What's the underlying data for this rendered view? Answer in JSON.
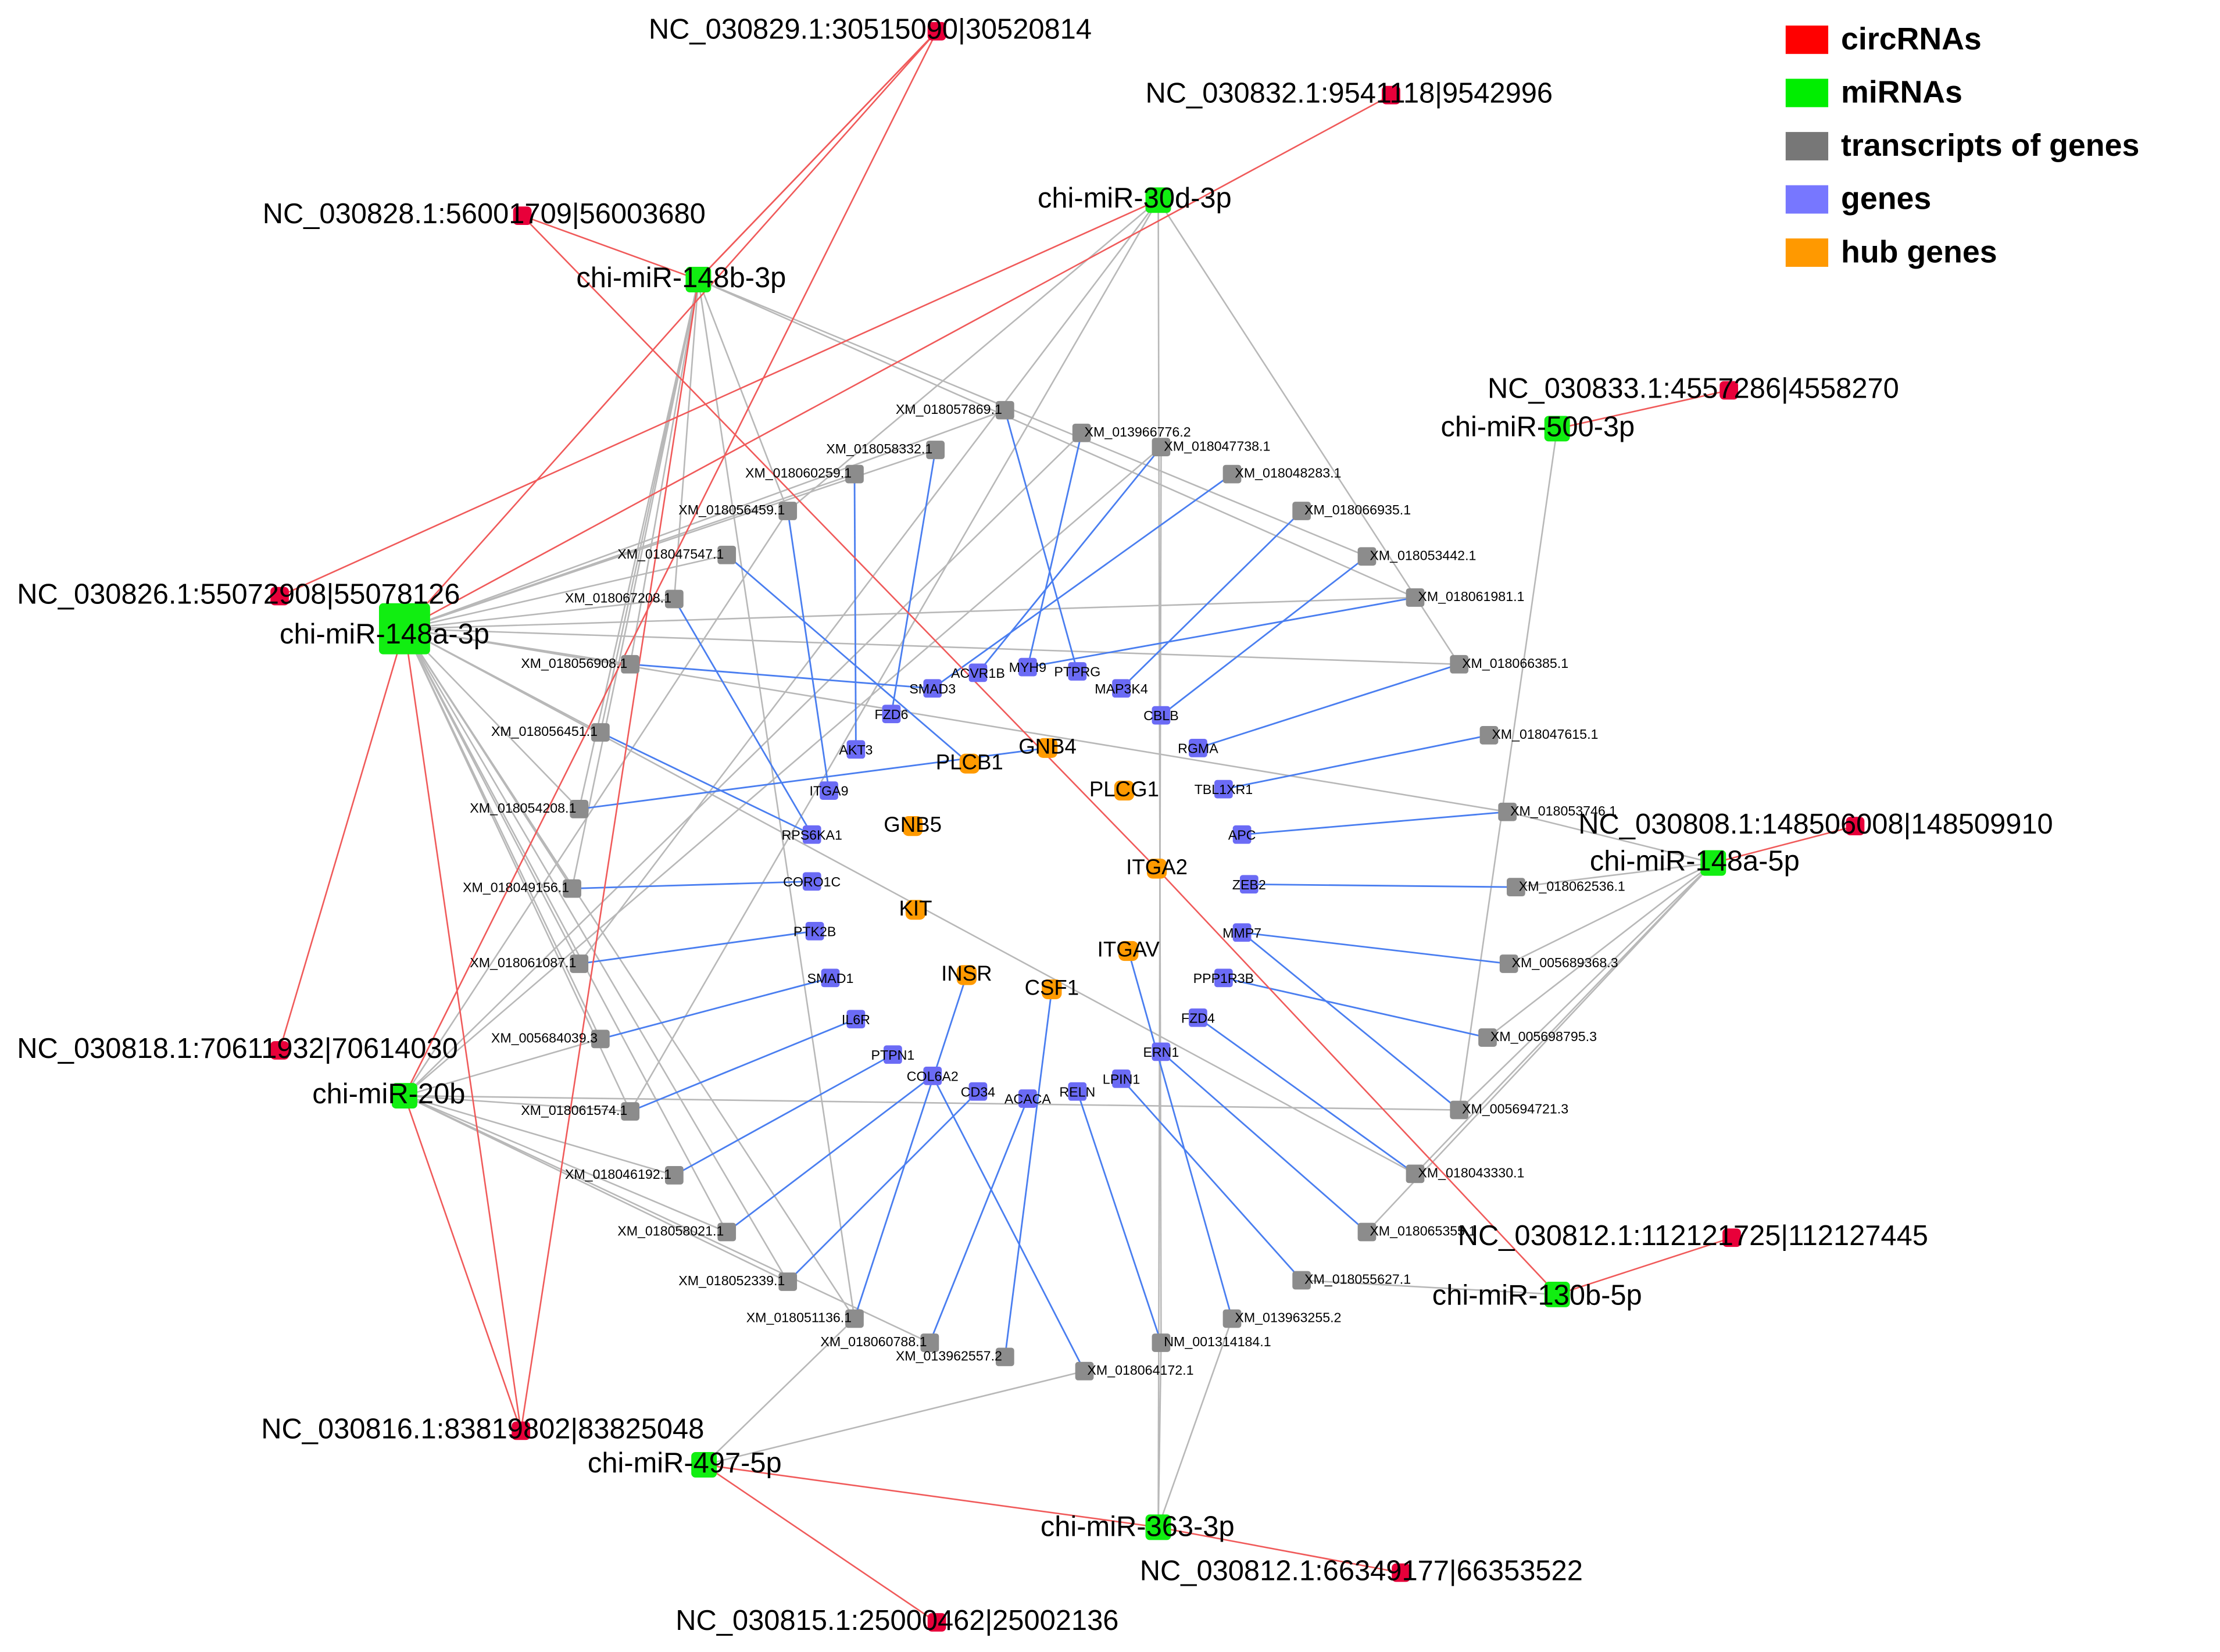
{
  "legend": [
    {
      "label": "circRNAs",
      "color": "#ff0000"
    },
    {
      "label": "miRNAs",
      "color": "#00ee00"
    },
    {
      "label": "transcripts of genes",
      "color": "#777777"
    },
    {
      "label": "genes",
      "color": "#7777ff"
    },
    {
      "label": "hub genes",
      "color": "#ff9900"
    }
  ],
  "colors": {
    "circ": "#e8003a",
    "mir": "#11ee11",
    "tx": "#8c8c8c",
    "gene": "#6b6bf5",
    "hub": "#ff9a00",
    "edge_red": "#f05a5a",
    "edge_gray": "#b8b8b8",
    "edge_blue": "#4a7ef0"
  },
  "circrnas": [
    {
      "id": "c1",
      "label": "NC_030829.1:30515090|30520814"
    },
    {
      "id": "c2",
      "label": "NC_030832.1:9541118|9542996"
    },
    {
      "id": "c3",
      "label": "NC_030828.1:56001709|56003680"
    },
    {
      "id": "c4",
      "label": "NC_030833.1:4557286|4558270"
    },
    {
      "id": "c5",
      "label": "NC_030826.1:55072908|55078126"
    },
    {
      "id": "c6",
      "label": "NC_030808.1:148506008|148509910"
    },
    {
      "id": "c7",
      "label": "NC_030818.1:70611932|70614030"
    },
    {
      "id": "c8",
      "label": "NC_030812.1:112121725|112127445"
    },
    {
      "id": "c9",
      "label": "NC_030816.1:83819802|83825048"
    },
    {
      "id": "c10",
      "label": "NC_030812.1:66349177|66353522"
    },
    {
      "id": "c11",
      "label": "NC_030815.1:25000462|25002136"
    }
  ],
  "mirnas": [
    {
      "id": "m1",
      "label": "chi-miR-30d-3p"
    },
    {
      "id": "m2",
      "label": "chi-miR-148b-3p"
    },
    {
      "id": "m3",
      "label": "chi-miR-500-3p"
    },
    {
      "id": "m4",
      "label": "chi-miR-148a-3p"
    },
    {
      "id": "m5",
      "label": "chi-miR-148a-5p"
    },
    {
      "id": "m6",
      "label": "chi-miR-20b"
    },
    {
      "id": "m7",
      "label": "chi-miR-130b-5p"
    },
    {
      "id": "m8",
      "label": "chi-miR-497-5p"
    },
    {
      "id": "m9",
      "label": "chi-miR-363-3p"
    }
  ],
  "transcripts": [
    {
      "id": "t1",
      "label": "XM_018057869.1"
    },
    {
      "id": "t2",
      "label": "XM_013966776.2"
    },
    {
      "id": "t3",
      "label": "XM_018058332.1"
    },
    {
      "id": "t4",
      "label": "XM_018047738.1"
    },
    {
      "id": "t5",
      "label": "XM_018060259.1"
    },
    {
      "id": "t6",
      "label": "XM_018048283.1"
    },
    {
      "id": "t7",
      "label": "XM_018056459.1"
    },
    {
      "id": "t8",
      "label": "XM_018066935.1"
    },
    {
      "id": "t9",
      "label": "XM_018047547.1"
    },
    {
      "id": "t10",
      "label": "XM_018053442.1"
    },
    {
      "id": "t11",
      "label": "XM_018067208.1"
    },
    {
      "id": "t12",
      "label": "XM_018061981.1"
    },
    {
      "id": "t13",
      "label": "XM_018056908.1"
    },
    {
      "id": "t14",
      "label": "XM_018066385.1"
    },
    {
      "id": "t15",
      "label": "XM_018056451.1"
    },
    {
      "id": "t16",
      "label": "XM_018047615.1"
    },
    {
      "id": "t17",
      "label": "XM_018054208.1"
    },
    {
      "id": "t18",
      "label": "XM_018053746.1"
    },
    {
      "id": "t19",
      "label": "XM_018049156.1"
    },
    {
      "id": "t20",
      "label": "XM_018062536.1"
    },
    {
      "id": "t21",
      "label": "XM_018061087.1"
    },
    {
      "id": "t22",
      "label": "XM_005689368.3"
    },
    {
      "id": "t23",
      "label": "XM_005684039.3"
    },
    {
      "id": "t24",
      "label": "XM_005698795.3"
    },
    {
      "id": "t25",
      "label": "XM_018061574.1"
    },
    {
      "id": "t26",
      "label": "XM_005694721.3"
    },
    {
      "id": "t27",
      "label": "XM_018046192.1"
    },
    {
      "id": "t28",
      "label": "XM_018043330.1"
    },
    {
      "id": "t29",
      "label": "XM_018058021.1"
    },
    {
      "id": "t30",
      "label": "XM_018065355.1"
    },
    {
      "id": "t31",
      "label": "XM_018052339.1"
    },
    {
      "id": "t32",
      "label": "XM_018055627.1"
    },
    {
      "id": "t33",
      "label": "XM_018051136.1"
    },
    {
      "id": "t34",
      "label": "XM_013963255.2"
    },
    {
      "id": "t35",
      "label": "XM_018060788.1"
    },
    {
      "id": "t36",
      "label": "NM_001314184.1"
    },
    {
      "id": "t37",
      "label": "XM_013962557.2"
    },
    {
      "id": "t38",
      "label": "XM_018064172.1"
    }
  ],
  "genes": [
    {
      "id": "g1",
      "label": "MYH9"
    },
    {
      "id": "g2",
      "label": "ACVR1B"
    },
    {
      "id": "g3",
      "label": "PTPRG"
    },
    {
      "id": "g4",
      "label": "SMAD3"
    },
    {
      "id": "g5",
      "label": "MAP3K4"
    },
    {
      "id": "g6",
      "label": "FZD6"
    },
    {
      "id": "g7",
      "label": "CBLB"
    },
    {
      "id": "g8",
      "label": "AKT3"
    },
    {
      "id": "g9",
      "label": "RGMA"
    },
    {
      "id": "g10",
      "label": "ITGA9"
    },
    {
      "id": "g11",
      "label": "TBL1XR1"
    },
    {
      "id": "g12",
      "label": "RPS6KA1"
    },
    {
      "id": "g13",
      "label": "APC"
    },
    {
      "id": "g14",
      "label": "CORO1C"
    },
    {
      "id": "g15",
      "label": "ZEB2"
    },
    {
      "id": "g16",
      "label": "PTK2B"
    },
    {
      "id": "g17",
      "label": "MMP7"
    },
    {
      "id": "g18",
      "label": "SMAD1"
    },
    {
      "id": "g19",
      "label": "PPP1R3B"
    },
    {
      "id": "g20",
      "label": "IL6R"
    },
    {
      "id": "g21",
      "label": "FZD4"
    },
    {
      "id": "g22",
      "label": "PTPN1"
    },
    {
      "id": "g23",
      "label": "ERN1"
    },
    {
      "id": "g24",
      "label": "COL6A2"
    },
    {
      "id": "g25",
      "label": "LPIN1"
    },
    {
      "id": "g26",
      "label": "CD34"
    },
    {
      "id": "g27",
      "label": "RELN"
    },
    {
      "id": "g28",
      "label": "ACACA"
    }
  ],
  "hubs": [
    {
      "id": "h1",
      "label": "GNB4"
    },
    {
      "id": "h2",
      "label": "PLCB1"
    },
    {
      "id": "h3",
      "label": "PLCG1"
    },
    {
      "id": "h4",
      "label": "GNB5"
    },
    {
      "id": "h5",
      "label": "ITGA2"
    },
    {
      "id": "h6",
      "label": "KIT"
    },
    {
      "id": "h7",
      "label": "ITGAV"
    },
    {
      "id": "h8",
      "label": "INSR"
    },
    {
      "id": "h9",
      "label": "CSF1"
    }
  ]
}
